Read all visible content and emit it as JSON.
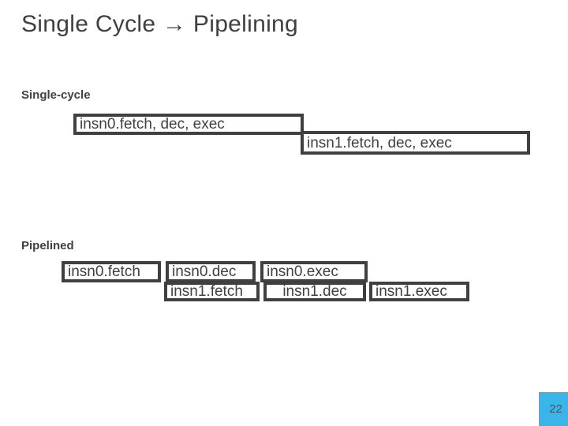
{
  "slide": {
    "title": "Single Cycle → Pipelining",
    "page_number": "22"
  },
  "single_cycle": {
    "label": "Single-cycle",
    "boxes": [
      {
        "label": "insn0.fetch, dec, exec"
      },
      {
        "label": "insn1.fetch, dec, exec"
      }
    ]
  },
  "pipelined": {
    "label": "Pipelined",
    "row1": [
      {
        "label": "insn0.fetch"
      },
      {
        "label": "insn0.dec"
      },
      {
        "label": "insn0.exec"
      }
    ],
    "row2": [
      {
        "label": "insn1.fetch"
      },
      {
        "label": "insn1.dec"
      },
      {
        "label": "insn1.exec"
      }
    ]
  },
  "colors": {
    "accent_blue": "#3ab5e9",
    "text": "#404040"
  }
}
